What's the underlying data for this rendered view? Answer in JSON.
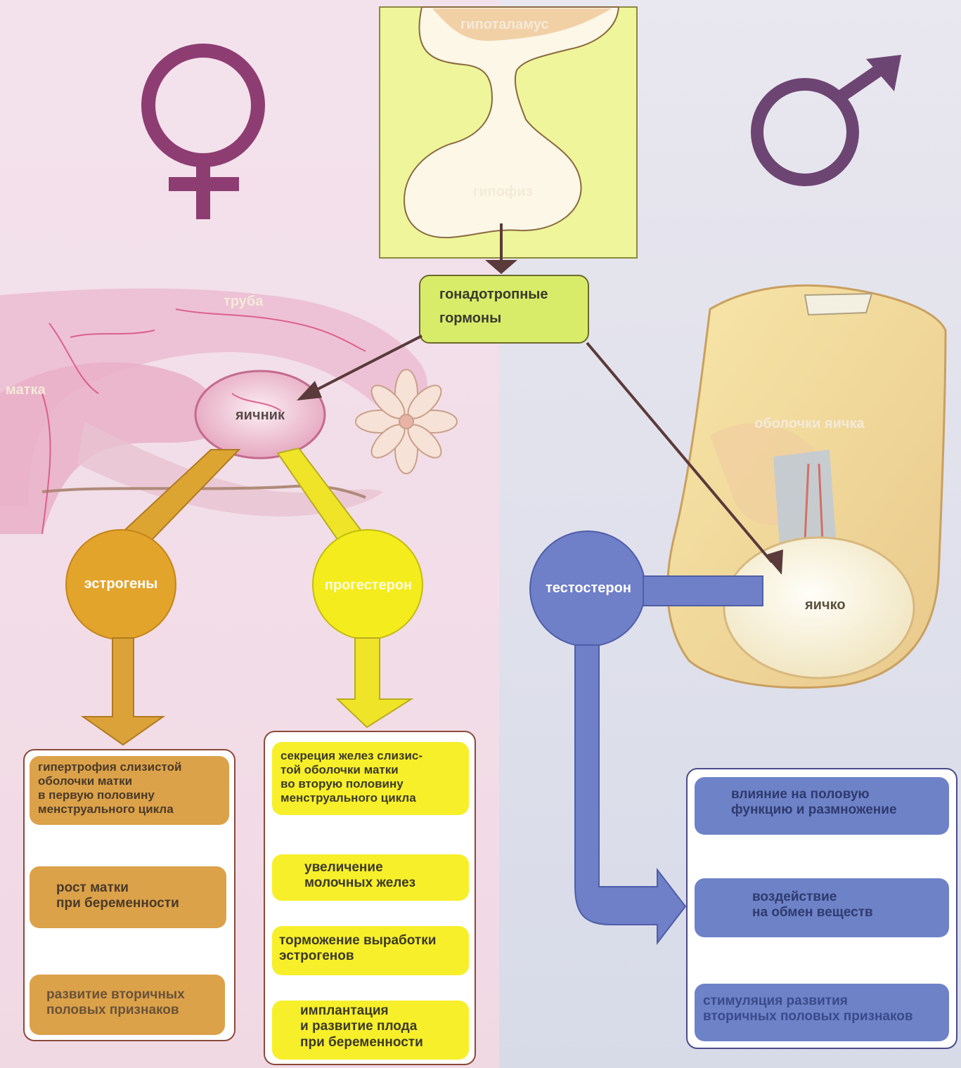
{
  "colors": {
    "female_symbol": "#8e3d73",
    "male_symbol": "#6d4573",
    "estrogen": "#e3a42c",
    "progesterone": "#f4ec1c",
    "testosterone": "#6f7fc8",
    "gonadotropin_box": "#d8ec6a",
    "arrow_dark": "#5a3a3a"
  },
  "icons": {
    "female": "venus-symbol-icon",
    "male": "mars-symbol-icon"
  },
  "labels": {
    "hypothalamus": "гипоталамус",
    "pituitary": "гипофиз",
    "gonadotropins_line1": "гонадотропные",
    "gonadotropins_line2": "гормоны",
    "tube": "труба",
    "uterus": "матка",
    "ovary": "яичник",
    "testis_membranes": "оболочки яичка",
    "testis": "яичко",
    "estrogens": "эстрогены",
    "progesterone": "прогестерон",
    "testosterone": "тестостерон"
  },
  "estrogen_effects": [
    {
      "lines": [
        "гипертрофия слизистой",
        "оболочки матки",
        "в первую половину",
        "менструального цикла"
      ]
    },
    {
      "lines": [
        "рост матки",
        "при беременности"
      ]
    },
    {
      "lines": [
        "развитие вторичных",
        "половых признаков"
      ]
    }
  ],
  "progesterone_effects": [
    {
      "lines": [
        "секреция желез слизис-",
        "той оболочки матки",
        "во вторую половину",
        "менструального цикла"
      ]
    },
    {
      "lines": [
        "увеличение",
        "молочных желез"
      ]
    },
    {
      "lines": [
        "торможение выработки",
        "эстрогенов"
      ]
    },
    {
      "lines": [
        "имплантация",
        "и развитие плода",
        "при беременности"
      ]
    }
  ],
  "testosterone_effects": [
    {
      "lines": [
        "влияние на половую",
        "функцию и размножение"
      ]
    },
    {
      "lines": [
        "воздействие",
        "на обмен веществ"
      ]
    },
    {
      "lines": [
        "стимуляция развития",
        "вторичных половых признаков"
      ]
    }
  ]
}
